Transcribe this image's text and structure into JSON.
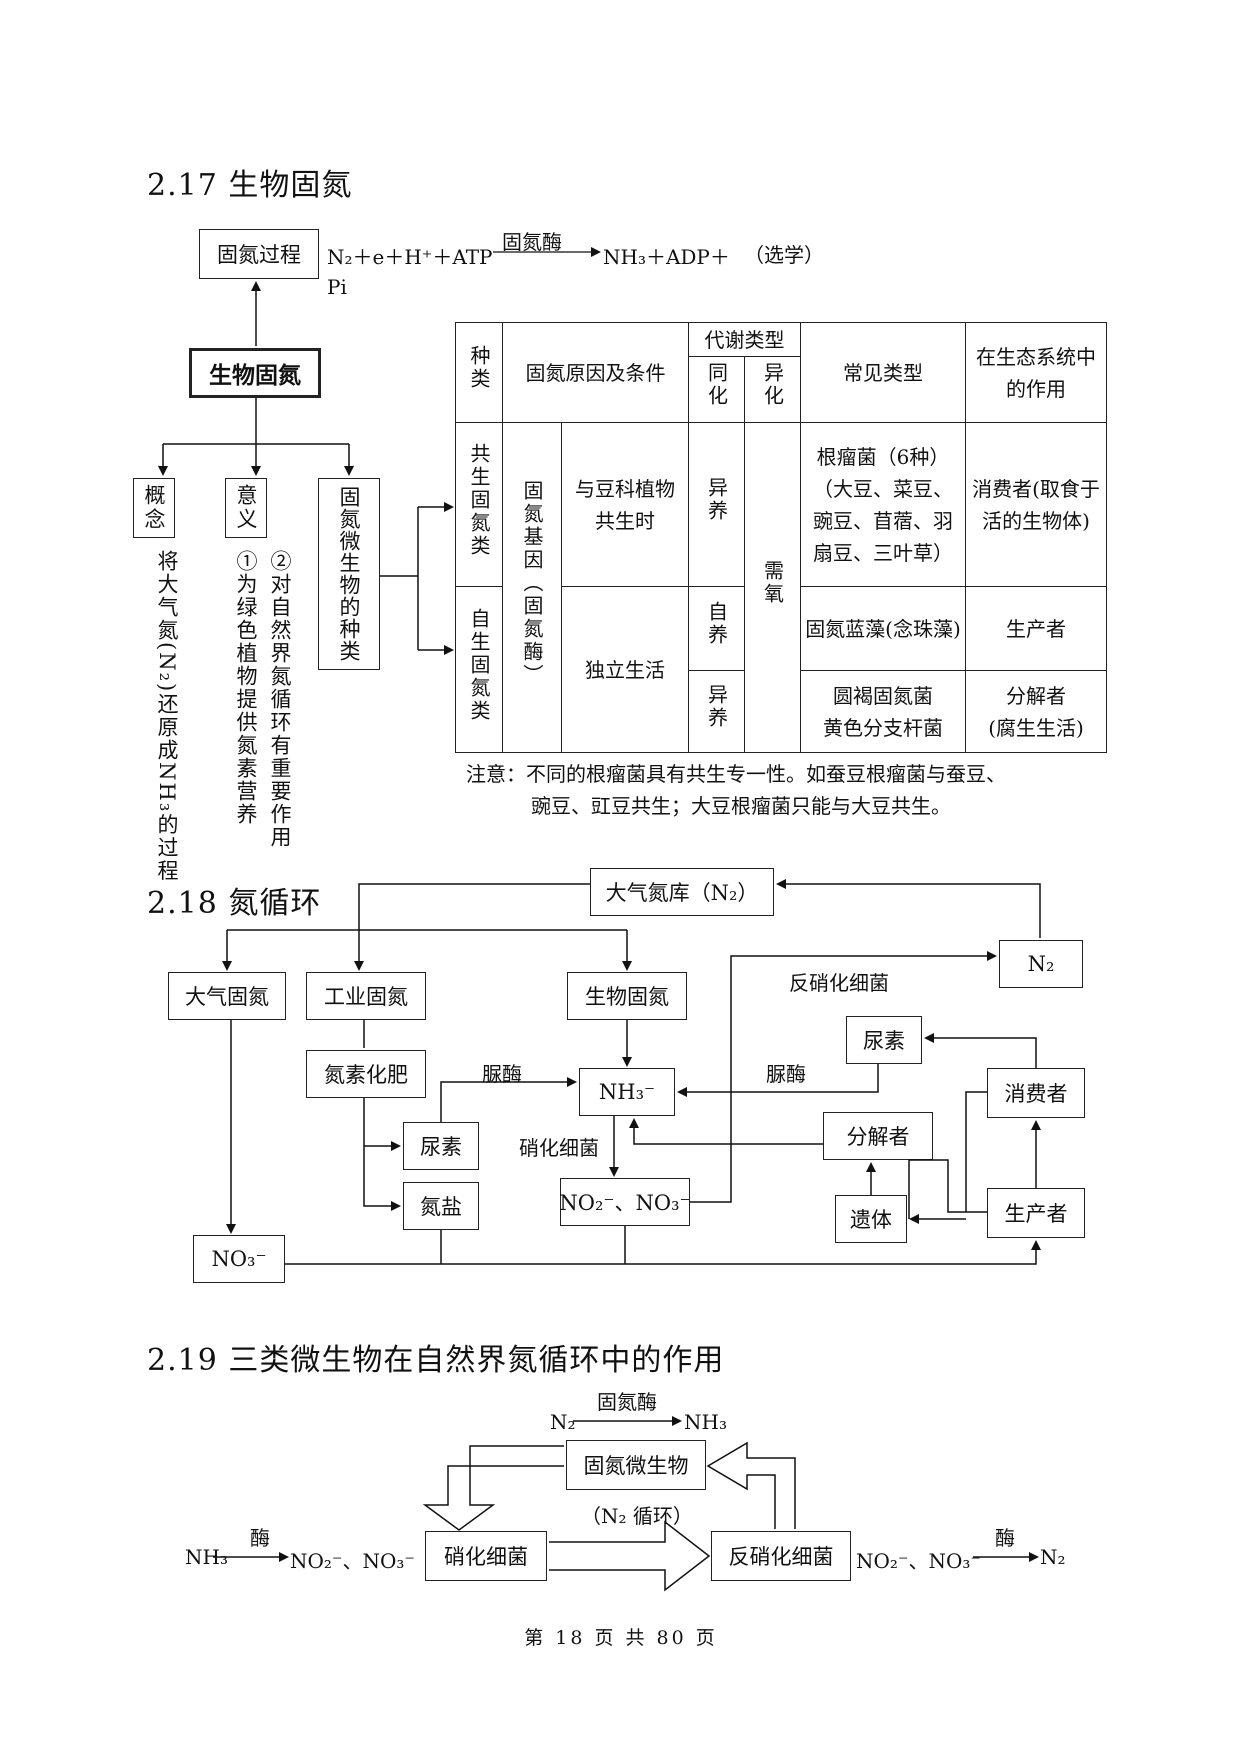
{
  "s217": {
    "title": "2.17 生物固氮",
    "process_box": "固氮过程",
    "equation": "N₂＋e＋H⁺＋ATP",
    "equation_enzyme": "固氮酶",
    "equation_products": "NH₃＋ADP＋",
    "equation_note": "（选学）",
    "equation_pi": "Pi",
    "main_box": "生物固氮",
    "concept_box": "概念",
    "concept_text": "将大气氮(N₂)还原成NH₃的过程",
    "meaning_box": "意义",
    "meaning_1": "①为绿色植物提供氮素营养",
    "meaning_2": "②对自然界氮循环有重要作用",
    "types_box": "固氮微生物的种类",
    "table": {
      "h_kind": "种类",
      "h_reason": "固氮原因及条件",
      "h_metabolism": "代谢类型",
      "h_assim": "同化",
      "h_dissim": "异化",
      "h_common": "常见类型",
      "h_role": "在生态系统中的作用",
      "symbiotic": "共生固氮类",
      "free": "自生固氮类",
      "gene": "固氮基因（固氮酶）",
      "symbiotic_cond": "与豆科植物共生时",
      "free_cond": "独立生活",
      "hetero": "异养",
      "auto": "自养",
      "aerobic": "需氧",
      "rhizobia": "根瘤菌（6种）（大豆、菜豆、豌豆、苜蓿、羽扇豆、三叶草）",
      "consumer": "消费者(取食于活的生物体)",
      "cyano": "固氮蓝藻(念珠藻)",
      "producer": "生产者",
      "azoto": "圆褐固氮菌",
      "azoto2": "黄色分支杆菌",
      "decomposer": "分解者",
      "decomposer_note": "(腐生生活)"
    },
    "note_1": "注意：不同的根瘤菌具有共生专一性。如蚕豆根瘤菌与蚕豆、",
    "note_2": "豌豆、豇豆共生；大豆根瘤菌只能与大豆共生。"
  },
  "s218": {
    "title": "2.18 氮循环",
    "atm_pool": "大气氮库（N₂）",
    "n2": "N₂",
    "atm_fix": "大气固氮",
    "ind_fix": "工业固氮",
    "bio_fix": "生物固氮",
    "denitrify": "反硝化细菌",
    "fertilizer": "氮素化肥",
    "urea": "尿素",
    "urease_1": "脲酶",
    "urease_2": "脲酶",
    "nh3": "NH₃⁻",
    "urea_left": "尿素",
    "nitrify": "硝化细菌",
    "nitrate_salt": "氮盐",
    "no2no3": "NO₂⁻、NO₃⁻",
    "decomposer": "分解者",
    "consumer": "消费者",
    "remains": "遗体",
    "producer": "生产者",
    "no3": "NO₃⁻"
  },
  "s219": {
    "title": "2.19 三类微生物在自然界氮循环中的作用",
    "top_n2": "N₂",
    "top_enzyme": "固氮酶",
    "top_nh3": "NH₃",
    "fix_microbe": "固氮微生物",
    "cycle": "（N₂ 循环）",
    "left_nh3": "NH₃",
    "left_enzyme": "酶",
    "left_products": "NO₂⁻、NO₃⁻",
    "nitrifier": "硝化细菌",
    "denitrifier": "反硝化细菌",
    "right_reactants": "NO₂⁻、NO₃⁻",
    "right_enzyme": "酶",
    "right_n2": "N₂"
  },
  "footer": "第 18 页 共 80 页"
}
